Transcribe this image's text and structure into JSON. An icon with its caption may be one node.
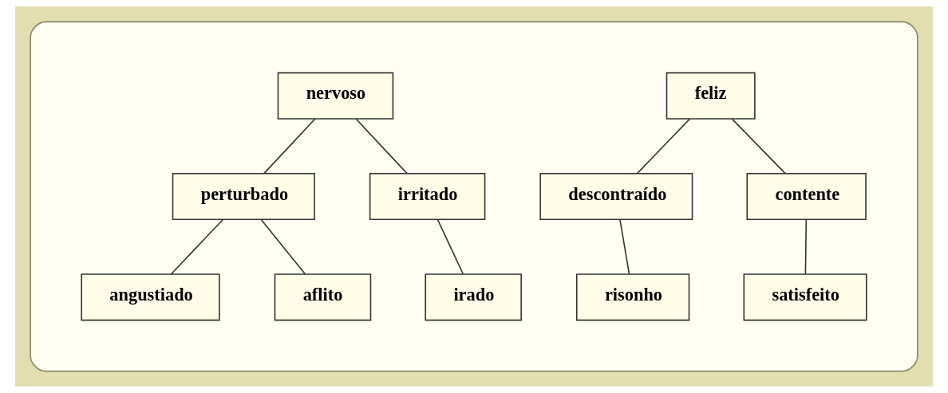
{
  "diagram": {
    "nodes": [
      {
        "text": [],
        "shape": "ellipse"
      },
      {
        "text": [
          "feliz"
        ],
        "in": 0
      },
      {
        "text": [
          "descontraído"
        ],
        "in": 0
      },
      {
        "text": [
          "contente"
        ],
        "in": 0
      },
      {
        "text": [
          "risonho"
        ],
        "in": 0
      },
      {
        "text": [
          "satisfeito"
        ],
        "in": 0
      },
      {
        "text": [
          "nervoso"
        ],
        "in": 0
      },
      {
        "text": [
          "perturbado"
        ],
        "in": 0
      },
      {
        "text": [
          "irritado"
        ],
        "in": 0
      },
      {
        "text": [
          "angustiado"
        ],
        "in": 0
      },
      {
        "text": [
          "aflito"
        ],
        "in": 0
      },
      {
        "text": [
          "irado"
        ],
        "in": 0
      }
    ],
    "edges": [
      {
        "from": 1,
        "to": 2,
        "arrow": "none"
      },
      {
        "from": 1,
        "to": 3,
        "arrow": "none"
      },
      {
        "from": 2,
        "to": 4,
        "arrow": "none"
      },
      {
        "from": 3,
        "to": 5,
        "arrow": "none"
      },
      {
        "from": 6,
        "to": 7,
        "arrow": "none"
      },
      {
        "from": 6,
        "to": 8,
        "arrow": "none"
      },
      {
        "from": 7,
        "to": 9,
        "arrow": "none"
      },
      {
        "from": 7,
        "to": 10,
        "arrow": "none"
      },
      {
        "from": 8,
        "to": 11,
        "arrow": "none"
      }
    ]
  }
}
